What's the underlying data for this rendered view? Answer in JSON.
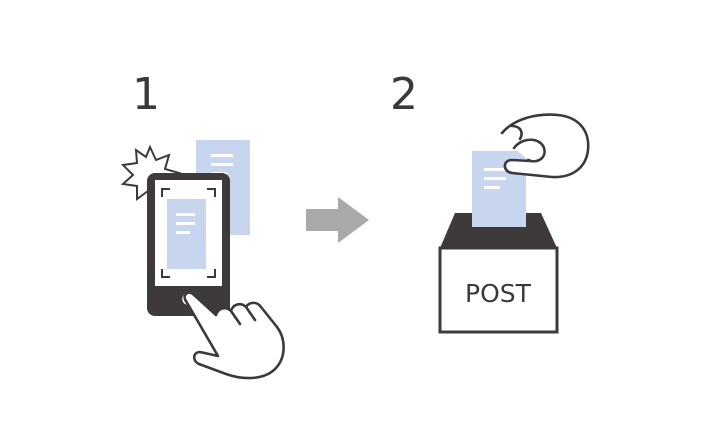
{
  "steps": [
    {
      "number": "1"
    },
    {
      "number": "2"
    }
  ],
  "mailbox": {
    "label": "POST"
  },
  "colors": {
    "stroke": "#3a3a3a",
    "paper": "#c7d5ef",
    "paper_lines": "#ffffff",
    "arrow": "#a9a9a9",
    "phone_body": "#3e3a39",
    "phone_screen": "#ffffff"
  },
  "icons": [
    "flash-burst-icon",
    "document-icon",
    "smartphone-icon",
    "camera-frame-icon",
    "hand-tap-icon",
    "arrow-right-icon",
    "hand-hold-icon",
    "post-box-icon"
  ]
}
